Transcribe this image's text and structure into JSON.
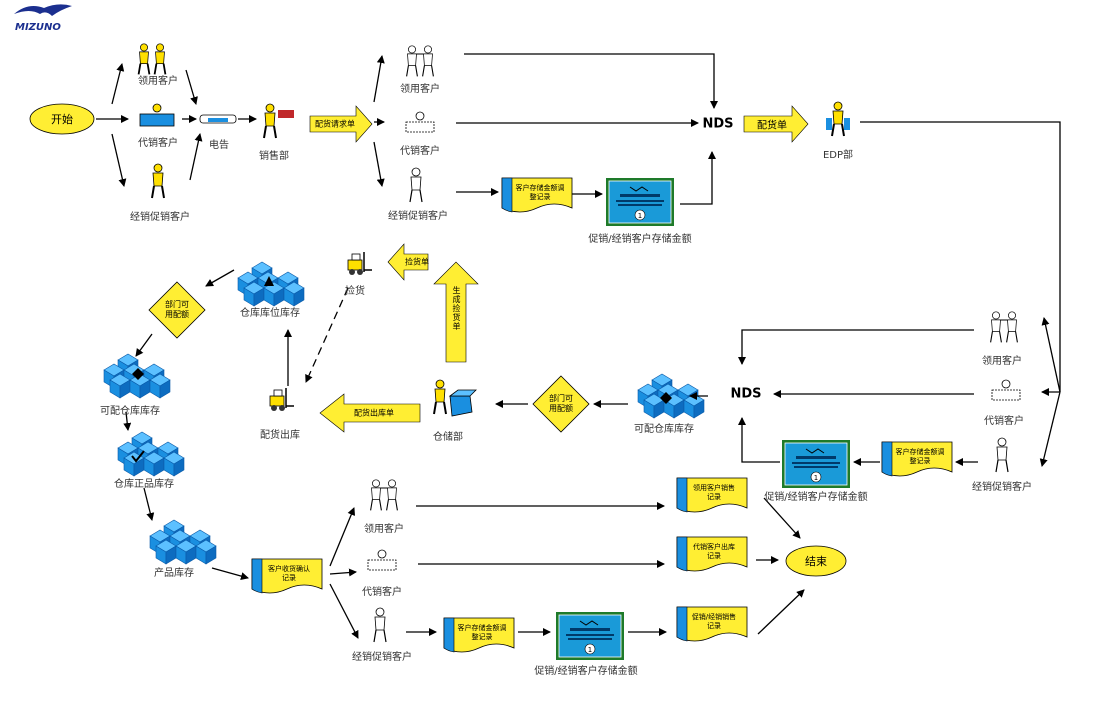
{
  "logo": {
    "text": "MIZUNO",
    "color": "#1b2f8f"
  },
  "colors": {
    "yellow": "#ffee33",
    "blue": "#1a8fe0",
    "line": "#000000",
    "cert_border": "#1e7a2a",
    "cert_fill": "#1a9ad8"
  },
  "start": "开始",
  "end": "结束",
  "customers": {
    "lingyong": "领用客户",
    "daixiao": "代销客户",
    "jingxiao": "经销促销客户"
  },
  "diangao": "电告",
  "sales_dept": "销售部",
  "peihuo_qingqiu": "配货请求单",
  "nds": "NDS",
  "peihuodan": "配货单",
  "edp": "EDP部",
  "docs": {
    "kehu_cunchu_tiaozheng": "客户存储金额调整记录",
    "lingyong_xiaoshou": "领用客户销售记录",
    "daixiao_chuku": "代销客户出库记录",
    "cuxiao_xiaoshou": "促销/经销销售记录",
    "kehu_shouhuo": "客户收货确认记录"
  },
  "cert_label": "促销/经销客户存储金额",
  "bumen_peie": "部门可用配额",
  "keipei_kucun": "可配仓库库存",
  "cangku_kuwei": "仓库库位库存",
  "jianhuo": "捡货",
  "jianhuodan": "捡货单",
  "shengcheng_jianhuodan": "生成捡货单",
  "peihuo_chuku": "配货出库",
  "peihuo_chukudan": "配货出库单",
  "cangchu_bu": "仓储部",
  "cangku_zhengpin": "仓库正品库存",
  "chanpin_kucun": "产品库存"
}
